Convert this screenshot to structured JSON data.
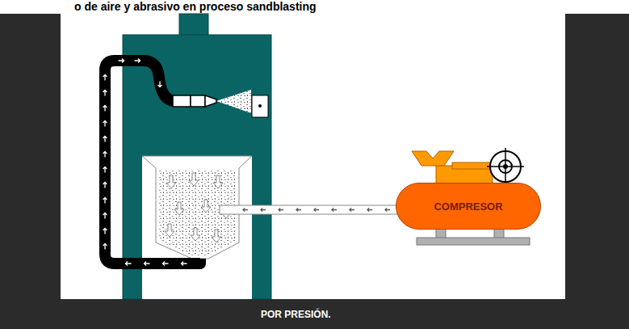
{
  "diagram": {
    "title": "o de aire y abrasivo en proceso sandblasting",
    "caption": "POR PRESIÓN.",
    "nodes": [
      {
        "text": [
          "COMPRESOR"
        ]
      }
    ]
  }
}
